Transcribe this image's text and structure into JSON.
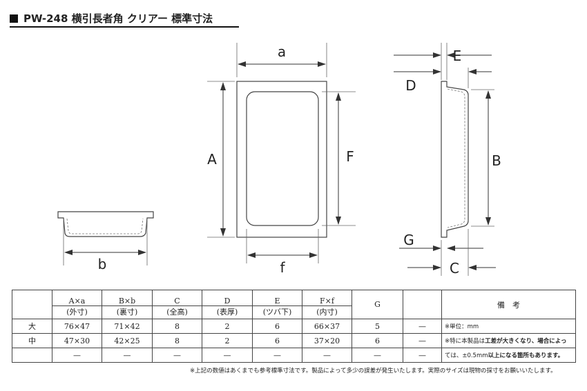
{
  "title": "PW-248 横引長者角 クリアー 標準寸法",
  "labels": {
    "a": "a",
    "A": "A",
    "F": "F",
    "f": "f",
    "b": "b",
    "B": "B",
    "C": "C",
    "D": "D",
    "E": "E",
    "G": "G"
  },
  "table": {
    "headers": [
      {
        "top": "A×a",
        "bottom": "(外寸)"
      },
      {
        "top": "B×b",
        "bottom": "(裏寸)"
      },
      {
        "top": "C",
        "bottom": "(全高)"
      },
      {
        "top": "D",
        "bottom": "(表厚)"
      },
      {
        "top": "E",
        "bottom": "(ツバ下)"
      },
      {
        "top": "F×f",
        "bottom": "(内寸)"
      },
      {
        "top": "G",
        "bottom": ""
      },
      {
        "top": "",
        "bottom": ""
      }
    ],
    "remarks_header": "備　考",
    "rows": [
      {
        "size": "大",
        "cells": [
          "76×47",
          "71×42",
          "8",
          "2",
          "6",
          "66×37",
          "5",
          "—"
        ]
      },
      {
        "size": "中",
        "cells": [
          "47×30",
          "42×25",
          "8",
          "2",
          "6",
          "37×20",
          "6",
          "—"
        ]
      },
      {
        "size": "",
        "cells": [
          "—",
          "—",
          "—",
          "—",
          "—",
          "—",
          "—",
          "—"
        ]
      }
    ],
    "notes": {
      "unit": "※単位：mm",
      "line1_pre": "※特に本製品は",
      "line1_bold": "工差が大きくなり、場合によっ",
      "line2_pre": "ては、±0.5mm",
      "line2_bold": "以上になる箇所もあります。"
    }
  },
  "footer": "※上記の数値はあくまでも参考標準寸法です。製品によって多少の誤差が発生いたします。実際のサイズは現物の採寸をお願いいたします。"
}
